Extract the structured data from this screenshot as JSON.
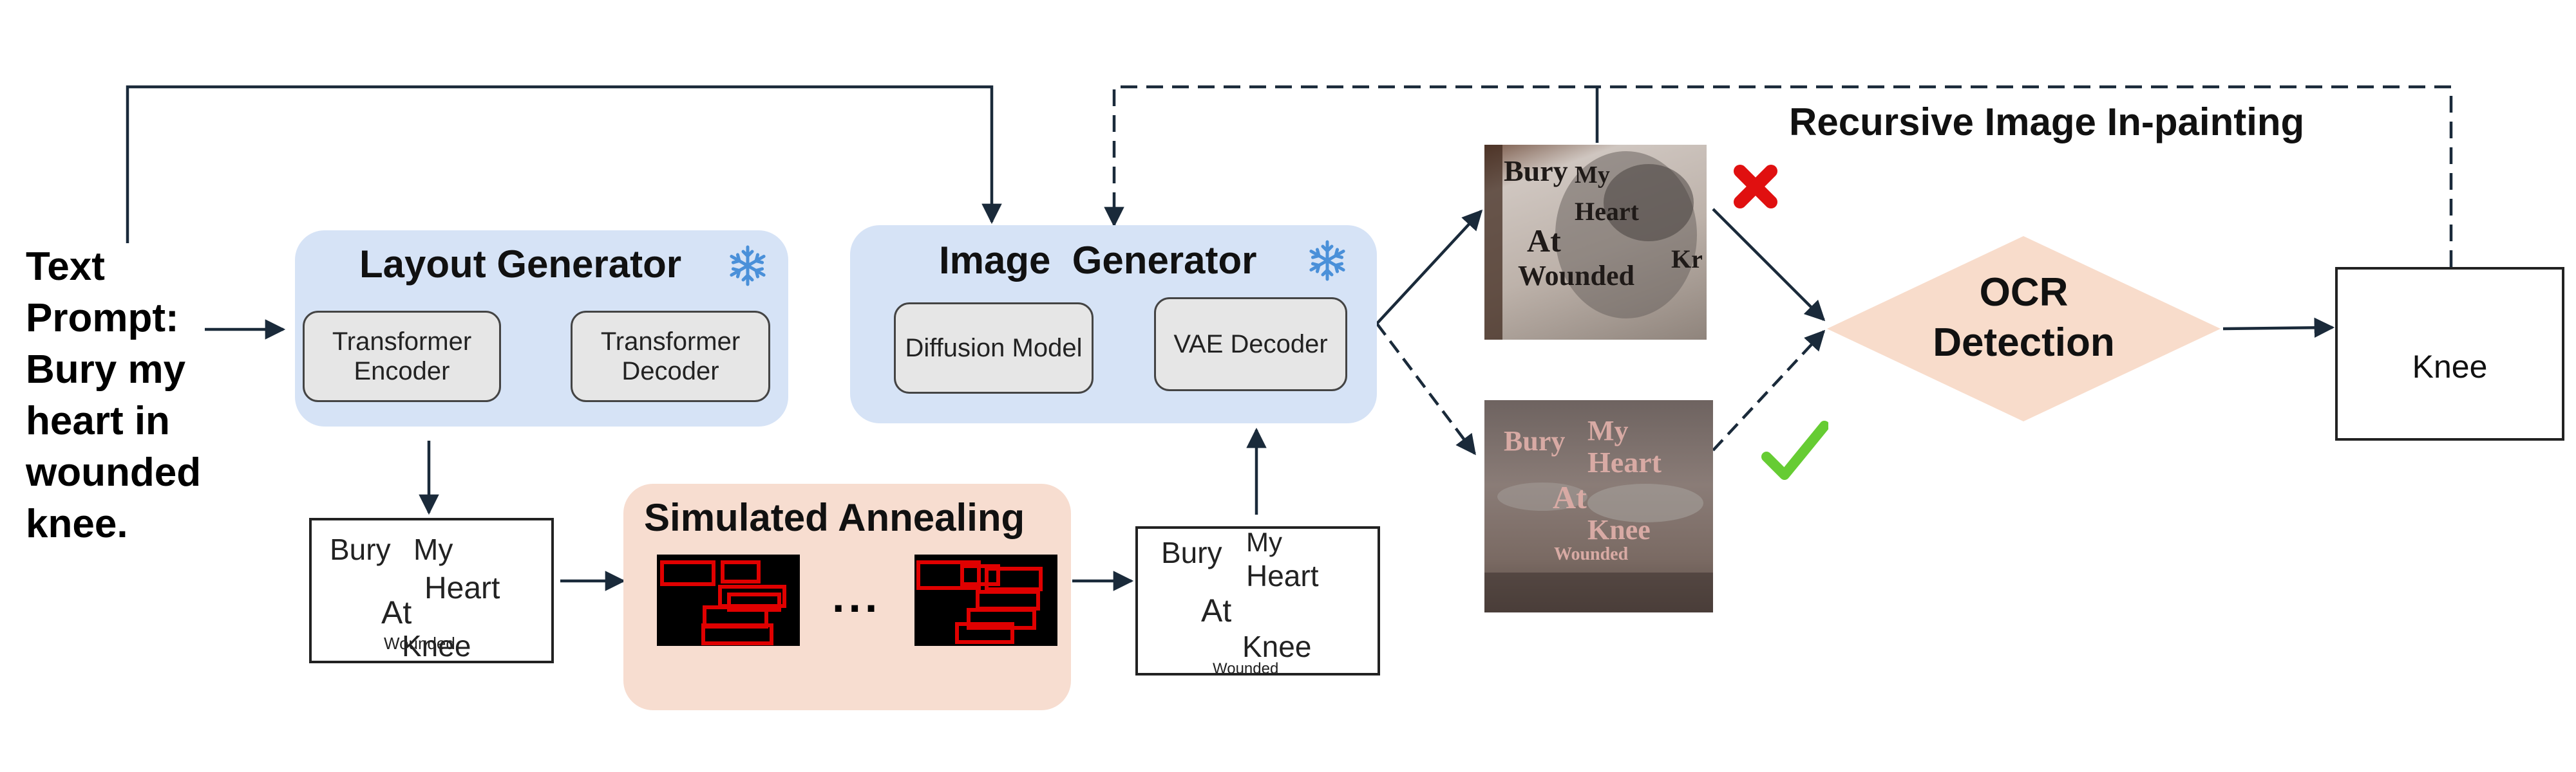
{
  "text_prompt": {
    "line1": "Text",
    "line2": "Prompt:",
    "line3": "Bury my",
    "line4": "heart in",
    "line5": "wounded",
    "line6": "knee."
  },
  "layout_generator": {
    "title": "Layout Generator",
    "encoder": "Transformer Encoder",
    "decoder": "Transformer Decoder",
    "icon": "snowflake-icon"
  },
  "image_generator": {
    "title": "Image  Generator",
    "diffusion": "Diffusion Model",
    "vae": "VAE Decoder",
    "icon": "snowflake-icon"
  },
  "simulated_annealing": {
    "title": "Simulated Annealing",
    "ellipsis": "..."
  },
  "layout_before": {
    "w1": "Bury",
    "w2": "My",
    "w3": "Heart",
    "w4": "At",
    "w5": "Knee",
    "w6": "Wounded"
  },
  "layout_after": {
    "w1": "Bury",
    "w2": "My",
    "w3": "Heart",
    "w4": "At",
    "w5": "Knee",
    "w6": "Wounded"
  },
  "photo_fail": {
    "w1": "Bury",
    "w2": "My",
    "w3": "Heart",
    "w4": "At",
    "w5": "Wounded",
    "w6": "Kr"
  },
  "photo_pass": {
    "w1": "Bury",
    "w2": "My",
    "w3": "Heart",
    "w4": "At",
    "w5": "Knee",
    "w6": "Wounded"
  },
  "ocr": {
    "line1": "OCR",
    "line2": "Detection"
  },
  "result": {
    "text": "Knee"
  },
  "recursive_label": "Recursive Image In-painting",
  "colors": {
    "arrow": "#1a2a3a",
    "blue_panel": "#d6e3f6",
    "peach_panel": "#f7ddd0",
    "diamond": "#f8dccb",
    "snowflake": "#4a90d9",
    "red_box": "#e00000",
    "fail_mark": "#e01010",
    "pass_mark": "#66cc33"
  }
}
